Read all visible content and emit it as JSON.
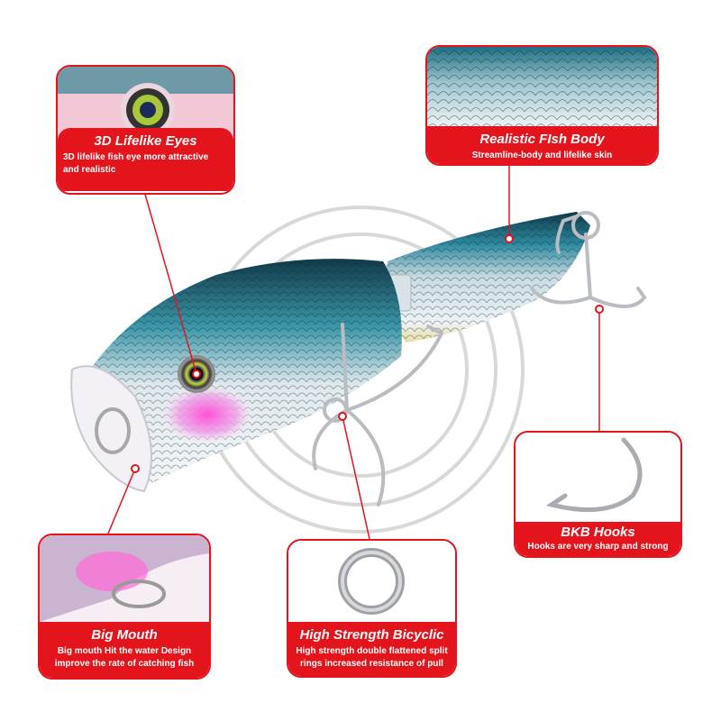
{
  "colors": {
    "accent": "#e3141c",
    "text_light": "#ffffff"
  },
  "features": {
    "eyes": {
      "title": "3D Lifelike  Eyes",
      "line1": "3D lifelike fish eye more attractive",
      "line2": "and realistic"
    },
    "body": {
      "title": "Realistic FIsh Body",
      "desc": "Streamline-body and lifelike skin"
    },
    "hooks": {
      "title": "BKB Hooks",
      "desc": "Hooks are very sharp and strong"
    },
    "ring": {
      "title": "High Strength Bicyclic",
      "line1": "High strength double flattened split",
      "line2": "rings increased resistance of pull"
    },
    "mouth": {
      "title": "Big Mouth",
      "line1": "Big mouth Hit the water Design",
      "line2": "improve the rate of catching fish"
    }
  }
}
